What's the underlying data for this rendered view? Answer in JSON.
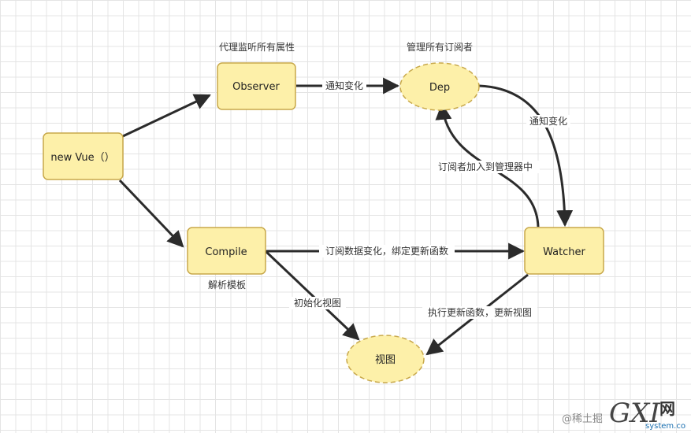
{
  "nodes": {
    "new_vue": "new Vue（）",
    "observer": "Observer",
    "dep": "Dep",
    "compile": "Compile",
    "watcher": "Watcher",
    "view": "视图"
  },
  "labels": {
    "observer_caption": "代理监听所有属性",
    "dep_caption": "管理所有订阅者",
    "compile_caption": "解析模板"
  },
  "edges": {
    "observer_to_dep": "通知变化",
    "dep_to_watcher": "通知变化",
    "watcher_to_dep": "订阅者加入到管理器中",
    "compile_to_watcher": "订阅数据变化，绑定更新函数",
    "compile_to_view": "初始化视图",
    "watcher_to_view": "执行更新函数，更新视图"
  },
  "watermark": {
    "left_text": "@稀土掘",
    "logo_letters": "GXI",
    "logo_cn": "网",
    "logo_domain": "system.com"
  },
  "colors": {
    "node_fill": "#fdf0a9",
    "node_stroke": "#c8a84a",
    "arrow": "#2b2b2b"
  }
}
